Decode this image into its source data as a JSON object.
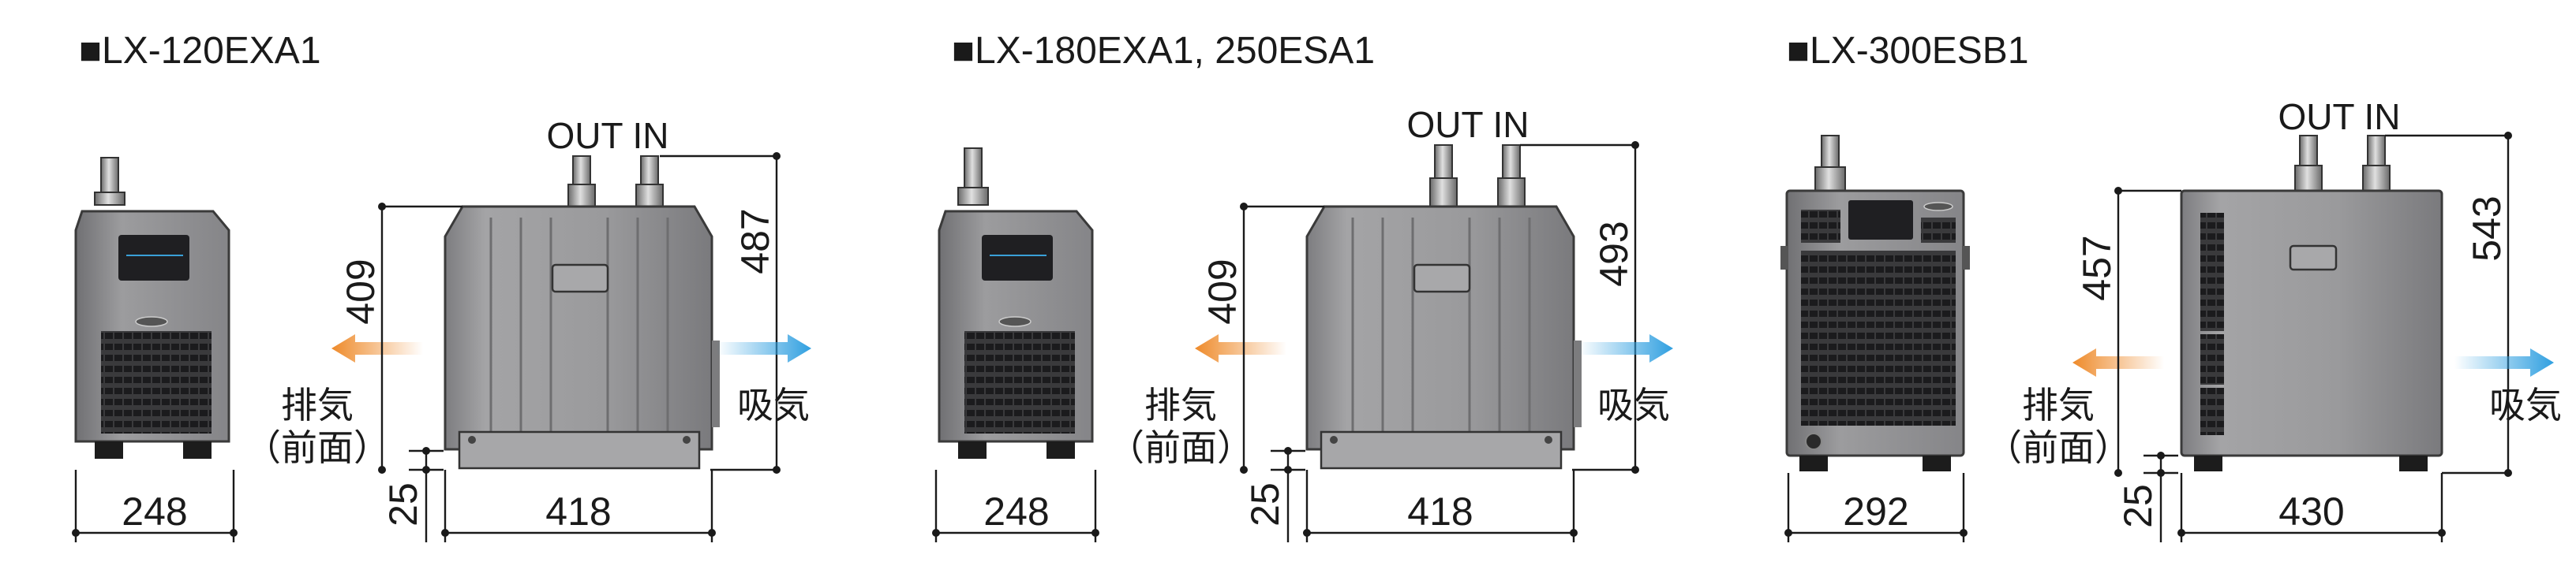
{
  "models": [
    {
      "title": "■LX-120EXA1",
      "front_width": "248",
      "side_height": "409",
      "total_height": "487",
      "base_height": "25",
      "side_width": "418",
      "exhaust_label": "排気",
      "exhaust_sub": "（前面）",
      "intake_label": "吸気",
      "port_label": "OUT IN"
    },
    {
      "title": "■LX-180EXA1, 250ESA1",
      "front_width": "248",
      "side_height": "409",
      "total_height": "493",
      "base_height": "25",
      "side_width": "418",
      "exhaust_label": "排気",
      "exhaust_sub": "（前面）",
      "intake_label": "吸気",
      "port_label": "OUT IN"
    },
    {
      "title": "■LX-300ESB1",
      "front_width": "292",
      "side_height": "457",
      "total_height": "543",
      "base_height": "25",
      "side_width": "430",
      "exhaust_label": "排気",
      "exhaust_sub": "（前面）",
      "intake_label": "吸気",
      "port_label": "OUT IN"
    }
  ],
  "colors": {
    "exhaust_arrow": "#ee8a2a",
    "intake_arrow": "#2f9fe0",
    "unit_body": "#9a9a9c",
    "control_panel": "#1f1f22",
    "dimension_line": "#1a1a1a"
  }
}
